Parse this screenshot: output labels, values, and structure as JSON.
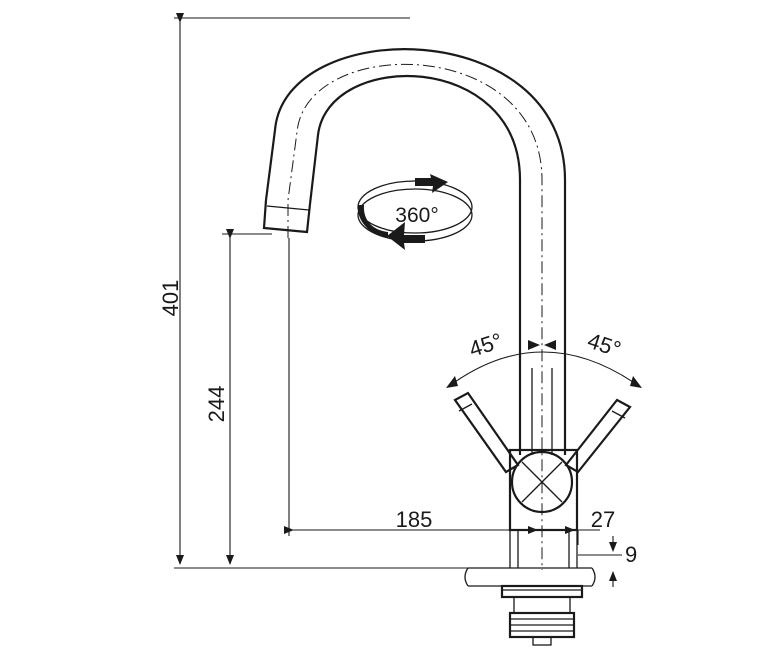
{
  "dimensions": {
    "total_height": "401",
    "spout_height": "244",
    "reach": "185",
    "base_width": "27",
    "deck_thickness": "9"
  },
  "angles": {
    "left": "45°",
    "right": "45°"
  },
  "rotation": {
    "label": "360°"
  }
}
